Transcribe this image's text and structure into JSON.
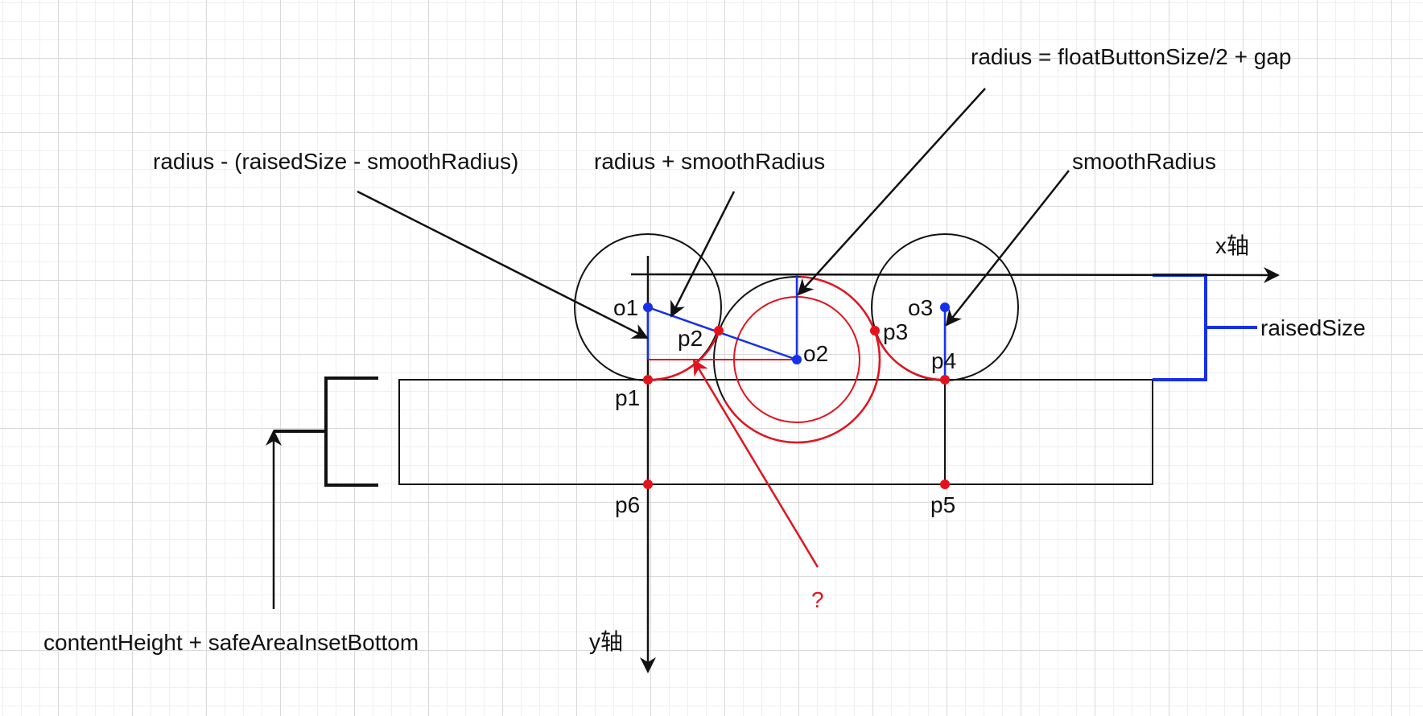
{
  "labels": {
    "radius_formula": "radius = floatButtonSize/2 + gap",
    "radius_minus": "radius - (raisedSize - smoothRadius)",
    "radius_plus": "radius + smoothRadius",
    "smooth_radius": "smoothRadius",
    "x_axis": "x轴",
    "y_axis": "y轴",
    "raised_size": "raisedSize",
    "content_height": "contentHeight + safeAreaInsetBottom",
    "question": "?"
  },
  "points": {
    "o1": "o1",
    "o2": "o2",
    "o3": "o3",
    "p1": "p1",
    "p2": "p2",
    "p3": "p3",
    "p4": "p4",
    "p5": "p5",
    "p6": "p6"
  },
  "colors": {
    "black": "#111111",
    "red": "#e3131e",
    "blue": "#1530e8",
    "grid": "#d9d9d9"
  }
}
